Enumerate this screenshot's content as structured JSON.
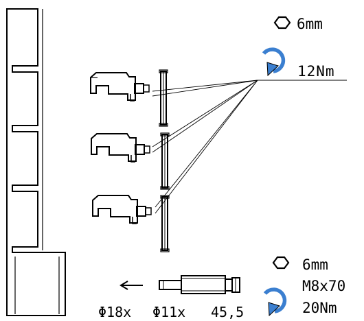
{
  "top_spec": {
    "hex_icon": "hexagon-icon",
    "wrench_size": "6mm",
    "rotate_icon": "clockwise-rotation-icon",
    "torque": "12Nm"
  },
  "bottom_spec": {
    "hex_icon": "hexagon-icon",
    "wrench_size": "6mm",
    "bolt": "M8x70",
    "rotate_icon": "clockwise-rotation-icon",
    "torque": "20Nm"
  },
  "pin_dimensions": {
    "direction_icon": "left-arrow-icon",
    "outer_diameter": "Φ18x",
    "inner_diameter": "Φ11x",
    "length": "45,5"
  },
  "colors": {
    "line": "#000000",
    "rotation_arrow": "#3b7fd0"
  }
}
